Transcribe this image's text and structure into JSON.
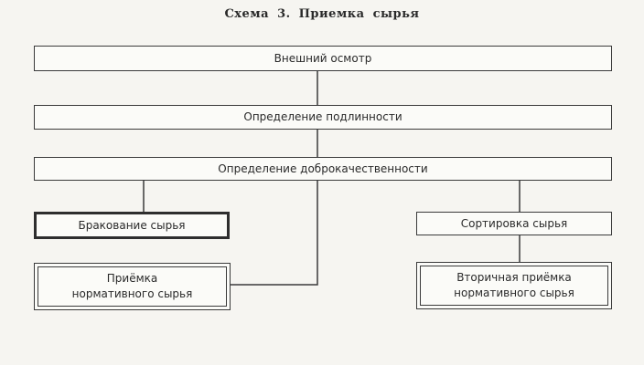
{
  "scheme": {
    "title": "Схема 3. Приемка сырья"
  },
  "boxes": {
    "external_inspection": "Внешний осмотр",
    "authenticity": "Определение подлинности",
    "quality": "Определение доброкачественности",
    "rejection": "Бракование сырья",
    "acceptance_line1": "Приёмка",
    "acceptance_line2": "нормативного сырья",
    "sorting": "Сортировка сырья",
    "secondary_line1": "Вторичная приёмка",
    "secondary_line2": "нормативного сырья"
  }
}
